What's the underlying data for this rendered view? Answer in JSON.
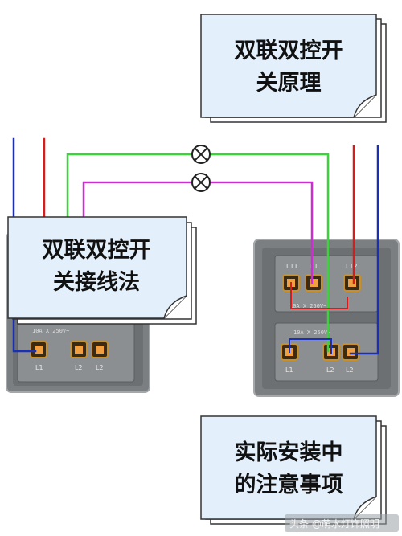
{
  "notes": {
    "principle": {
      "line1": "双联双控开",
      "line2": "关原理"
    },
    "wiring": {
      "line1": "双联双控开",
      "line2": "关接线法"
    },
    "install": {
      "line1": "实际安装中",
      "line2": "的注意事项"
    }
  },
  "left_switch": {
    "rating": "10A X 250V~",
    "terminals": [
      "L1",
      "L2",
      "L2"
    ]
  },
  "right_switch": {
    "rating_top": "10A X 250V~",
    "rating_bottom": "10A X 250V~",
    "terminals_top": [
      "L11",
      "L1",
      "L12"
    ],
    "terminals_bottom": [
      "L1",
      "L2",
      "L2"
    ]
  },
  "watermark": "头条 @萌水灯饰照明",
  "colors": {
    "wire_blue": "#1a2fb8",
    "wire_red": "#d81c1c",
    "wire_green": "#3ad43a",
    "wire_magenta": "#cc2fd0",
    "note_fill": "#e3f0fb",
    "switch_body": "#8a8d90"
  },
  "icons": [
    "lamp-icon",
    "lamp-icon"
  ]
}
